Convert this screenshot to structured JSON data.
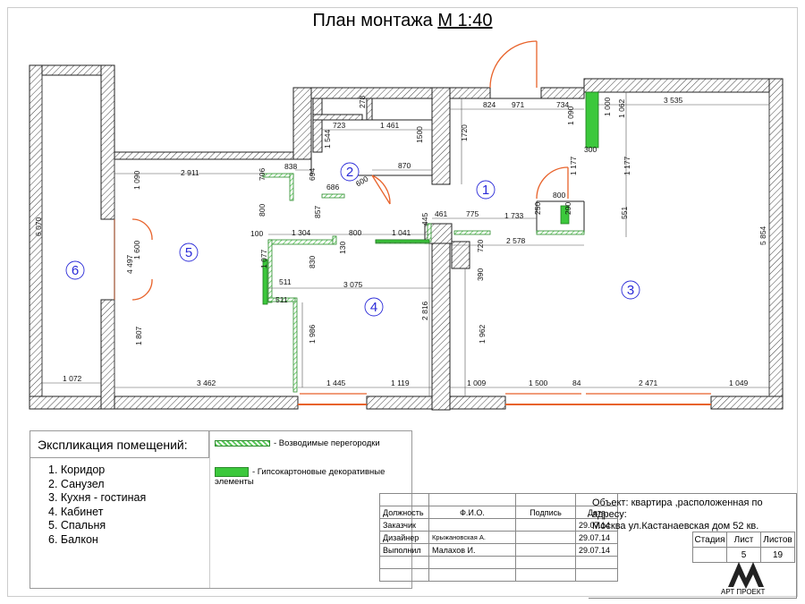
{
  "title": {
    "text": "План монтажа",
    "scale": "М 1:40"
  },
  "rooms": [
    {
      "id": "1",
      "label": "1"
    },
    {
      "id": "2",
      "label": "2"
    },
    {
      "id": "3",
      "label": "3"
    },
    {
      "id": "4",
      "label": "4"
    },
    {
      "id": "5",
      "label": "5"
    },
    {
      "id": "6",
      "label": "6"
    }
  ],
  "dimensions": {
    "d824": "824",
    "d971": "971",
    "d734": "734",
    "d3535": "3 535",
    "d278": "278",
    "d723": "723",
    "d1461": "1 461",
    "d1500": "1500",
    "d1720": "1720",
    "d1000": "1 000",
    "d1062": "1 062",
    "d1090a": "1 090",
    "d1544": "1 544",
    "d838": "838",
    "d870": "870",
    "d2911": "2 911",
    "d706": "706",
    "d694": "694",
    "d686": "686",
    "d600": "600",
    "d1177a": "1 177",
    "d1177b": "1 177",
    "d300": "300",
    "d800a": "800",
    "d1090b": "1 090",
    "d6070": "6 070",
    "d461": "461",
    "d775": "775",
    "d1733": "1 733",
    "d250": "250",
    "d290": "290",
    "d551": "551",
    "d800b": "800",
    "d857": "857",
    "d100": "100",
    "d1304": "1 304",
    "d800c": "800",
    "d1041": "1 041",
    "d445": "445",
    "d2578": "2 578",
    "d5854": "5 854",
    "d1600": "1 600",
    "d4497": "4 497",
    "d1077": "1 077",
    "d511a": "511",
    "d830": "830",
    "d130": "130",
    "d720": "720",
    "d3075": "3 075",
    "d390": "390",
    "d511b": "511",
    "d2816": "2 816",
    "d1986": "1 986",
    "d1962": "1 962",
    "d1807": "1 807",
    "d1072": "1 072",
    "d3462": "3 462",
    "d1445": "1 445",
    "d1119": "1 119",
    "d1009": "1 009",
    "d1500b": "1 500",
    "d84": "84",
    "d2471": "2 471",
    "d1049": "1 049"
  },
  "legend": {
    "heading": "Экспликация помещений:",
    "items": [
      "1. Коридор",
      "2. Санузел",
      "3. Кухня - гостиная",
      "4. Кабинет",
      "5. Спальня",
      "6. Балкон"
    ],
    "hatch_label": "- Возводимые перегородки",
    "green_label": "- Гипсокартоновые декоративные элементы"
  },
  "stamp": {
    "headers": [
      "Должность",
      "Ф.И.О.",
      "Подпись",
      "Дата"
    ],
    "rows": [
      [
        "Заказчик",
        "",
        "",
        "29.07.14"
      ],
      [
        "Дизайнер",
        "Крыжановская А.",
        "",
        "29.07.14"
      ],
      [
        "Выполнил",
        "Малахов И.",
        "",
        "29.07.14"
      ]
    ]
  },
  "object": {
    "line1": "Объект: квартира ,расположенная по адресу:",
    "line2": "Москва ул.Кастанаевская дом 52 кв."
  },
  "sheet_info": {
    "headers": [
      "Стадия",
      "Лист",
      "Листов"
    ],
    "values": [
      "",
      "5",
      "19"
    ]
  },
  "logo_text": "АРТ ПРОЕКТ",
  "colors": {
    "room_number": "#2a2ad8",
    "partition": "#5ac85a",
    "gkl": "#3cc83c",
    "door": "#e8622a"
  }
}
